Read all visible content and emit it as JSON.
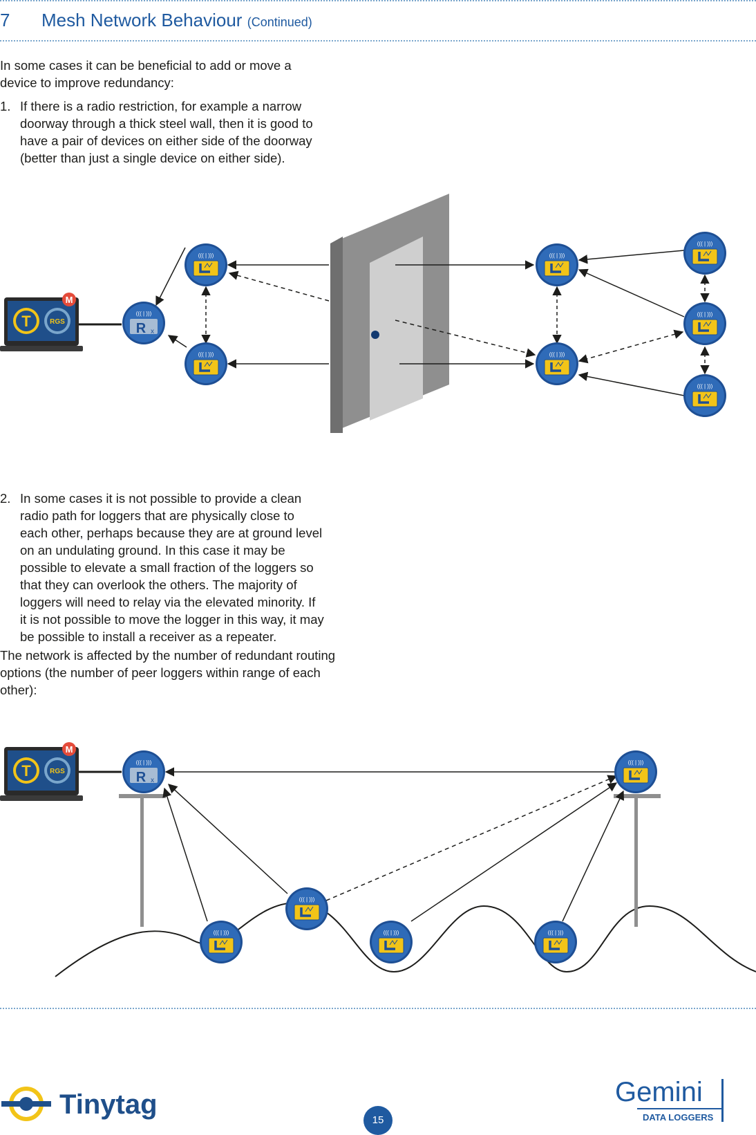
{
  "header": {
    "section_number": "7",
    "title": "Mesh Network Behaviour",
    "title_suffix": "(Continued)"
  },
  "intro": "In some cases it can be beneficial to add or move a device to improve redundancy:",
  "items": [
    {
      "number": "1.",
      "text": "If there is a radio restriction, for example a narrow doorway through a thick steel wall, then it is good to have a pair of devices on either side of the doorway (better than just a single device on either side)."
    },
    {
      "number": "2.",
      "text": "In some cases it is not possible to provide a clean radio path for loggers that are physically close to each other, perhaps because they are at ground level on an undulating ground. In this case it may be possible to elevate a small fraction of the loggers so that they can overlook the others. The majority of loggers will need to relay via the elevated minority. If it is not possible to move the logger in this way, it may be possible to install a receiver as a repeater."
    }
  ],
  "closing": "The network is affected by the number of redundant routing options (the number of peer loggers within range of each other):",
  "diagram_labels": {
    "receiver": "R",
    "receiver_sub": "x",
    "logger": "L",
    "laptop_badge": "M",
    "laptop_app": "RGS",
    "laptop_app_initial": "T"
  },
  "footer": {
    "left_brand": "Tinytag",
    "page_number": "15",
    "right_brand": "Gemini",
    "right_subtitle": "DATA LOGGERS"
  },
  "colors": {
    "heading": "#1f5aa0",
    "device_blue": "#2a5fa8",
    "logger_yellow": "#f2c418",
    "wall": "#8c8c8c",
    "door": "#cfcfcf"
  }
}
